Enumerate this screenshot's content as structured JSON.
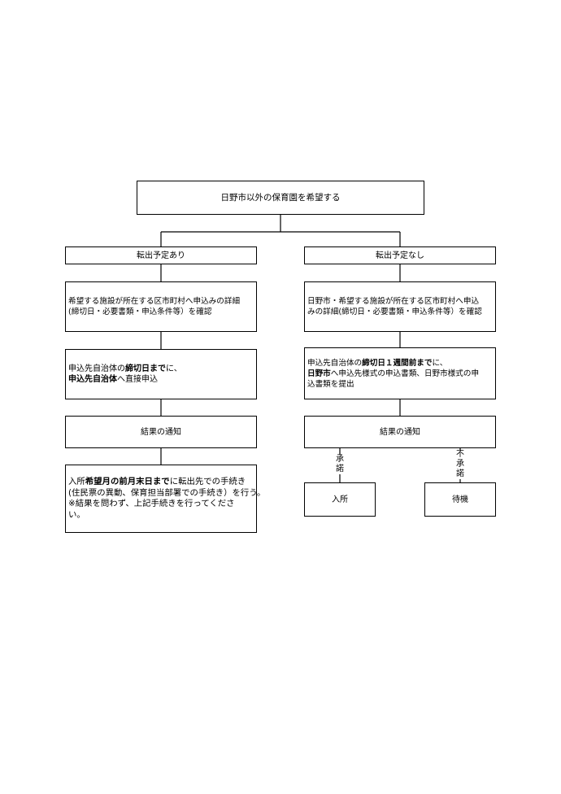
{
  "diagram": {
    "top": {
      "label": "日野市以外の保育園を希望する"
    },
    "left": {
      "header": "転出予定あり",
      "step1": {
        "line1": "希望する施設が所在する区市町村へ申込みの詳細",
        "line2": "(締切日・必要書類・申込条件等）を確認"
      },
      "step2": {
        "line1_pre": "申込先自治体の",
        "line1_bold": "締切日まで",
        "line1_post": "に、",
        "line2_bold": "申込先自治体",
        "line2_post": "へ直接申込"
      },
      "result": "結果の通知",
      "final": {
        "line1_pre": "入所",
        "line1_bold": "希望月の前月末日まで",
        "line1_post": "に転出先での手続き",
        "line2": "(住民票の異動、保育担当部署での手続き）を行う。",
        "line3": "※結果を問わず、上記手続きを行ってくださ",
        "line4": "い。"
      }
    },
    "right": {
      "header": "転出予定なし",
      "step1": {
        "line1": "日野市・希望する施設が所在する区市町村へ申込",
        "line2": "みの詳細(締切日・必要書類・申込条件等）を確認"
      },
      "step2": {
        "line1_pre": "申込先自治体の",
        "line1_bold": "締切日１週間前まで",
        "line1_post": "に、",
        "line2_bold": "日野市",
        "line2_post": "へ申込先様式の申込書類、日野市様式の申",
        "line3": "込書類を提出"
      },
      "result": "結果の通知",
      "approved": {
        "edge_char1": "承",
        "edge_char2": "諾",
        "label": "入所"
      },
      "rejected": {
        "edge_char1": "不",
        "edge_char2": "承",
        "edge_char3": "諾",
        "label": "待機"
      }
    }
  }
}
